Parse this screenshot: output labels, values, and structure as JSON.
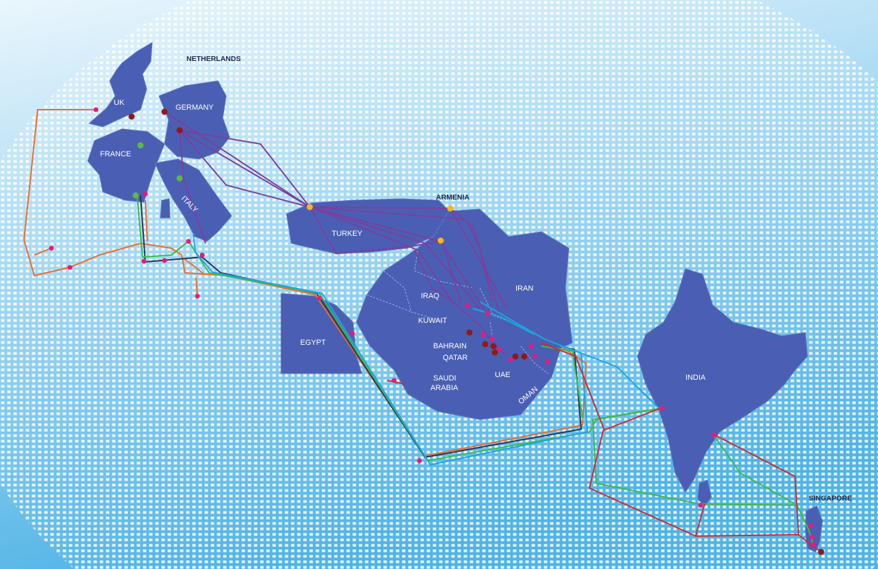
{
  "labels": {
    "netherlands": "NETHERLANDS",
    "uk": "UK",
    "germany": "GERMANY",
    "france": "FRANCE",
    "italy": "ITALY",
    "armenia": "ARMENIA",
    "turkey": "TURKEY",
    "iran": "IRAN",
    "iraq": "IRAQ",
    "kuwait": "KUWAIT",
    "egypt": "EGYPT",
    "bahrain": "BAHRAIN",
    "qatar": "QATAR",
    "saudi_line1": "SAUDI",
    "saudi_line2": "ARABIA",
    "uae": "UAE",
    "oman": "OMAN",
    "india": "INDIA",
    "singapore": "SINGAPORE"
  },
  "colors": {
    "sky_top": "#eaf6fd",
    "sky_bottom": "#4fb3e6",
    "land": "#4a5fb3",
    "cable_orange": "#f06a2a",
    "cable_green": "#3dbb4a",
    "cable_cyan": "#1ca6e0",
    "cable_red": "#d22b2b",
    "cable_dark": "#273455",
    "cable_purple": "#7a3fa0",
    "node_pink": "#e8197f",
    "node_darkred": "#8e1a1a",
    "node_green": "#5cb84a",
    "node_yellow": "#f5b617"
  }
}
